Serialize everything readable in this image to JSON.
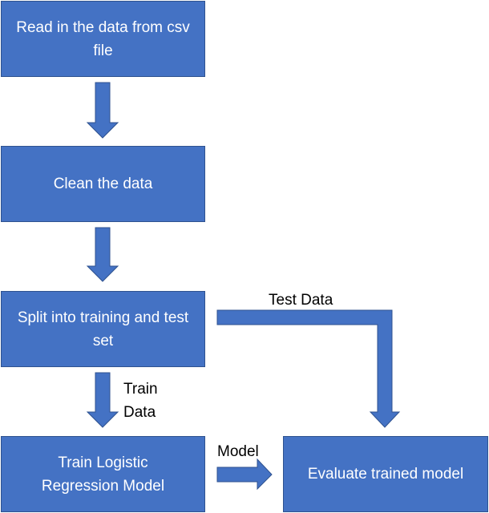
{
  "boxes": {
    "read": "Read in the data from csv file",
    "clean": "Clean the data",
    "split": "Split into training and test set",
    "train": "Train Logistic Regression Model",
    "evaluate": "Evaluate trained model"
  },
  "edge_labels": {
    "test_data": "Test Data",
    "train_data": "Train Data",
    "model": "Model"
  },
  "colors": {
    "box_fill": "#4472c4",
    "box_border": "#2f528f",
    "arrow": "#4472c4"
  }
}
